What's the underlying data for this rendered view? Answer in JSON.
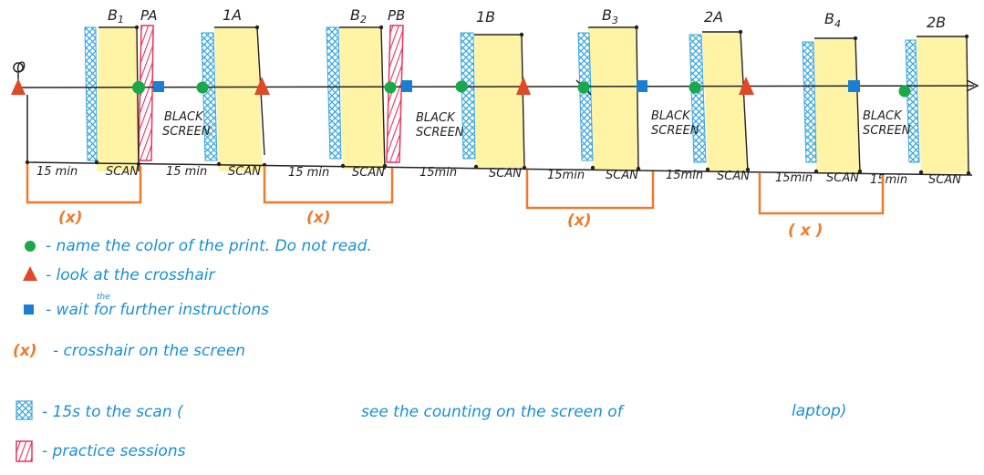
{
  "colors": {
    "ink": "#222222",
    "blue_ink": "#1a8fd6",
    "orange": "#f07a2a",
    "green_marker": "#1aa84a",
    "red_marker": "#e0482a",
    "blue_marker": "#1a7fd4",
    "yellow_scan": "#fff3a6",
    "blue_hatch": "#3aa6de",
    "pink_hatch": "#e8345a"
  },
  "timeline": {
    "start_label": "0",
    "block_labels": [
      {
        "sub": "1",
        "text": "B"
      },
      {
        "sub": "",
        "text": "PA"
      },
      {
        "sub": "",
        "text": "1A"
      },
      {
        "sub": "2",
        "text": "B"
      },
      {
        "sub": "",
        "text": "PB"
      },
      {
        "sub": "",
        "text": "1B"
      },
      {
        "sub": "3",
        "text": "B"
      },
      {
        "sub": "",
        "text": "2A"
      },
      {
        "sub": "4",
        "text": "B"
      },
      {
        "sub": "",
        "text": "2B"
      }
    ],
    "black_screen_lines": [
      "BLACK",
      "SCREEN"
    ],
    "duration_label": "15 min",
    "duration_label_alt": "15min",
    "scan_label": "SCAN",
    "crosshair_label": "(x)",
    "crosshair_label_alt": "( x )"
  },
  "legend": {
    "items": [
      {
        "icon": "green-circle-icon",
        "text": "- name the color of the print. Do not read."
      },
      {
        "icon": "red-triangle-icon",
        "text": "- look at the crosshair"
      },
      {
        "icon": "blue-square-icon",
        "text": "- wait for further instructions",
        "insert": "the"
      },
      {
        "icon": "orange-x-label",
        "label": "(x)",
        "text": "- crosshair on the screen"
      },
      {
        "icon": "blue-hatch-icon",
        "text": "- 15s to the scan (",
        "text2": "see the counting on the screen of",
        "text3": "laptop)"
      },
      {
        "icon": "pink-hatch-icon",
        "text": "- practice sessions"
      }
    ]
  }
}
